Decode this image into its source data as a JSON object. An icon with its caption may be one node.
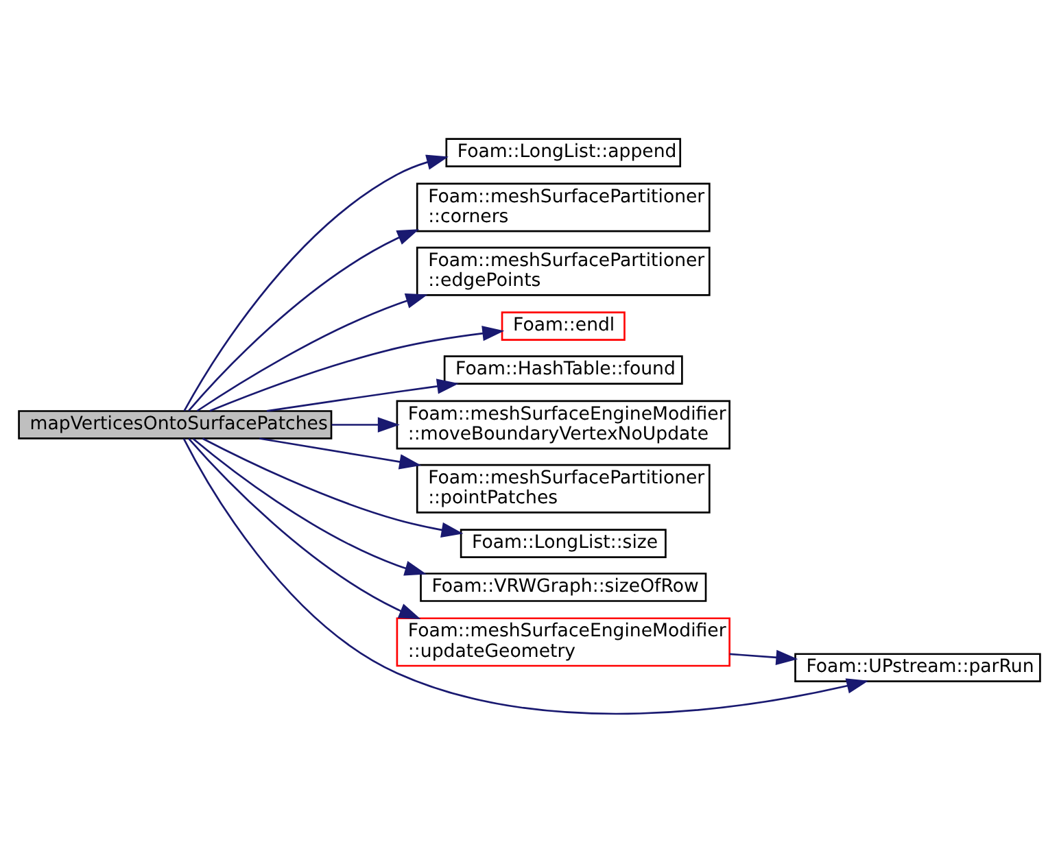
{
  "diagram": {
    "nodes": [
      {
        "text": [
          "mapVerticesOntoSurfacePatches"
        ]
      },
      {
        "text": [
          "Foam::LongList::append"
        ]
      },
      {
        "text": [
          "Foam::meshSurfacePartitioner ::corners"
        ]
      },
      {
        "text": [
          "Foam::meshSurfacePartitioner ::edgePoints"
        ]
      },
      {
        "text": [
          "Foam::endl"
        ]
      },
      {
        "text": [
          "Foam::HashTable::found"
        ]
      },
      {
        "text": [
          "Foam::meshSurfaceEngineModifier ::moveBoundaryVertexNoUpdate"
        ]
      },
      {
        "text": [
          "Foam::meshSurfacePartitioner ::pointPatches"
        ]
      },
      {
        "text": [
          "Foam::LongList::size"
        ]
      },
      {
        "text": [
          "Foam::VRWGraph::sizeOfRow"
        ]
      },
      {
        "text": [
          "Foam::meshSurfaceEngineModifier ::updateGeometry"
        ]
      },
      {
        "text": [
          "Foam::UPstream::parRun"
        ]
      }
    ],
    "edges": [
      {
        "from": 0,
        "to": 1,
        "arrow": "to"
      },
      {
        "from": 0,
        "to": 2,
        "arrow": "to"
      },
      {
        "from": 0,
        "to": 3,
        "arrow": "to"
      },
      {
        "from": 0,
        "to": 4,
        "arrow": "to"
      },
      {
        "from": 0,
        "to": 5,
        "arrow": "to"
      },
      {
        "from": 0,
        "to": 6,
        "arrow": "to"
      },
      {
        "from": 0,
        "to": 11,
        "arrow": "to"
      },
      {
        "from": 0,
        "to": 7,
        "arrow": "to"
      },
      {
        "from": 0,
        "to": 8,
        "arrow": "to"
      },
      {
        "from": 0,
        "to": 9,
        "arrow": "to"
      },
      {
        "from": 0,
        "to": 10,
        "arrow": "to"
      },
      {
        "from": 10,
        "to": 11,
        "arrow": "to"
      }
    ]
  }
}
